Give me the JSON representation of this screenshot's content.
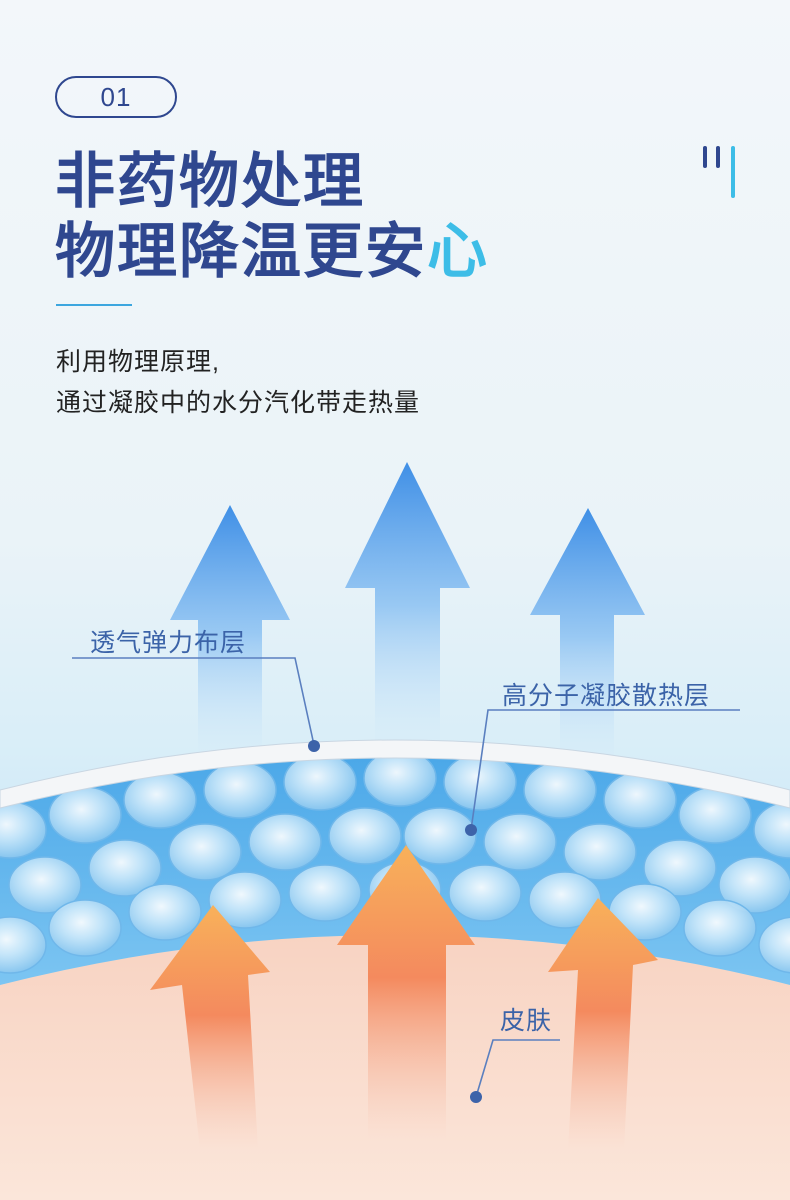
{
  "badge": {
    "number": "01"
  },
  "headline": {
    "line1": "非药物处理",
    "line2_main": "物理降温更安",
    "line2_accent": "心"
  },
  "description": {
    "line1": "利用物理原理,",
    "line2": "通过凝胶中的水分汽化带走热量"
  },
  "layers": {
    "fabric": "透气弹力布层",
    "gel": "高分子凝胶散热层",
    "skin": "皮肤"
  },
  "colors": {
    "primary_navy": "#2f478f",
    "accent_cyan": "#3dbde7",
    "label_blue": "#3b63a8",
    "cool_arrow": "#4a90e2",
    "warm_arrow": "#f5a04a"
  }
}
